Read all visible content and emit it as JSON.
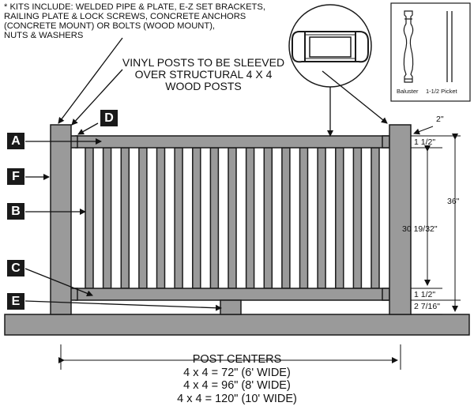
{
  "kits_text": [
    "* KITS INCLUDE: WELDED PIPE & PLATE, E-Z SET BRACKETS,",
    "RAILING PLATE & LOCK SCREWS, CONCRETE ANCHORS",
    "(CONCRETE MOUNT) OR BOLTS (WOOD MOUNT),",
    "NUTS & WASHERS"
  ],
  "vinyl_note": [
    "VINYL POSTS TO BE SLEEVED",
    "OVER STRUCTURAL 4 X 4",
    "WOOD POSTS"
  ],
  "inset": {
    "baluster_label": "Baluster",
    "picket_label": "1-1/2 Picket"
  },
  "part_labels": [
    "A",
    "B",
    "C",
    "D",
    "E",
    "F"
  ],
  "dimensions": {
    "post_width": "2\"",
    "top_rail": "1 1/2\"",
    "height_total": "36\"",
    "picket_span": "30 19/32\"",
    "bottom_rail": "1 1/2\"",
    "bottom_gap": "2 7/16\""
  },
  "post_centers": {
    "title": "POST CENTERS",
    "options": [
      "4 x 4 = 72\" (6' WIDE)",
      "4 x 4 = 96\" (8' WIDE)",
      "4 x 4 = 120\" (10' WIDE)"
    ]
  },
  "picket_count": 17,
  "colors": {
    "fill": "#9a9a9a",
    "stroke": "#1a1a1a"
  }
}
